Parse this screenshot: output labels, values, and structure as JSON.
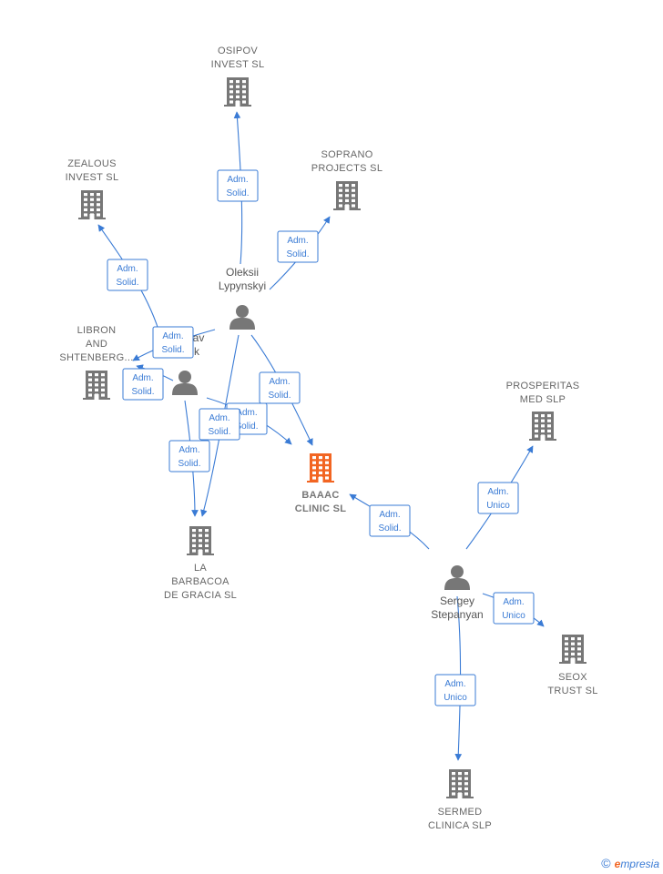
{
  "colors": {
    "edge": "#3a7bd5",
    "company_icon": "#777777",
    "main_company_icon": "#f26522",
    "person_icon": "#777777",
    "badge_border": "#3a7bd5",
    "badge_text": "#3a7bd5"
  },
  "nodes": [
    {
      "id": "osipov",
      "kind": "company",
      "icon": "building-icon",
      "lines": [
        "OSIPOV",
        "INVEST  SL"
      ]
    },
    {
      "id": "soprano",
      "kind": "company",
      "icon": "building-icon",
      "lines": [
        "SOPRANO",
        "PROJECTS  SL"
      ]
    },
    {
      "id": "zealous",
      "kind": "company",
      "icon": "building-icon",
      "lines": [
        "ZEALOUS",
        "INVEST  SL"
      ]
    },
    {
      "id": "libron",
      "kind": "company",
      "icon": "building-icon",
      "lines": [
        "LIBRON",
        "AND",
        "SHTENBERG..."
      ]
    },
    {
      "id": "baaac",
      "kind": "company",
      "main": true,
      "icon": "building-icon",
      "lines": [
        "BAAAC",
        "CLINIC  SL"
      ]
    },
    {
      "id": "barbacoa",
      "kind": "company",
      "icon": "building-icon",
      "lines": [
        "LA",
        "BARBACOA",
        "DE GRACIA  SL"
      ]
    },
    {
      "id": "prosperitas",
      "kind": "company",
      "icon": "building-icon",
      "lines": [
        "PROSPERITAS",
        "MED  SLP"
      ]
    },
    {
      "id": "seox",
      "kind": "company",
      "icon": "building-icon",
      "lines": [
        "SEOX",
        "TRUST  SL"
      ]
    },
    {
      "id": "sermed",
      "kind": "company",
      "icon": "building-icon",
      "lines": [
        "SERMED",
        "CLINICA  SLP"
      ]
    },
    {
      "id": "oleksii",
      "kind": "person",
      "icon": "person-icon",
      "lines": [
        "Oleksii",
        "Lypynskyi"
      ]
    },
    {
      "id": "stanislav",
      "kind": "person",
      "icon": "person-icon",
      "lines": [
        "av",
        "k"
      ]
    },
    {
      "id": "sergey",
      "kind": "person",
      "icon": "person-icon",
      "lines": [
        "Sergey",
        "Stepanyan"
      ]
    }
  ],
  "edges": [
    {
      "from": "oleksii",
      "to": "osipov",
      "role": [
        "Adm.",
        "Solid."
      ]
    },
    {
      "from": "oleksii",
      "to": "soprano",
      "role": [
        "Adm.",
        "Solid."
      ]
    },
    {
      "from": "stanislav",
      "to": "zealous",
      "role": [
        "Adm.",
        "Solid."
      ]
    },
    {
      "from": "oleksii",
      "to": "libron",
      "role": [
        "Adm.",
        "Solid."
      ]
    },
    {
      "from": "stanislav",
      "to": "libron",
      "role": [
        "Adm.",
        "Solid."
      ]
    },
    {
      "from": "oleksii",
      "to": "baaac",
      "role": [
        "Adm.",
        "Solid."
      ]
    },
    {
      "from": "stanislav",
      "to": "baaac",
      "role": [
        "Adm.",
        "Solid."
      ]
    },
    {
      "from": "oleksii",
      "to": "barbacoa",
      "role": [
        "Adm.",
        "Solid."
      ]
    },
    {
      "from": "stanislav",
      "to": "barbacoa",
      "role": [
        "Adm.",
        "Solid."
      ]
    },
    {
      "from": "sergey",
      "to": "baaac",
      "role": [
        "Adm.",
        "Solid."
      ]
    },
    {
      "from": "sergey",
      "to": "prosperitas",
      "role": [
        "Adm.",
        "Unico"
      ]
    },
    {
      "from": "sergey",
      "to": "seox",
      "role": [
        "Adm.",
        "Unico"
      ]
    },
    {
      "from": "sergey",
      "to": "sermed",
      "role": [
        "Adm.",
        "Unico"
      ]
    }
  ],
  "brand": {
    "copyright": "©",
    "initial": "e",
    "rest": "mpresia"
  }
}
